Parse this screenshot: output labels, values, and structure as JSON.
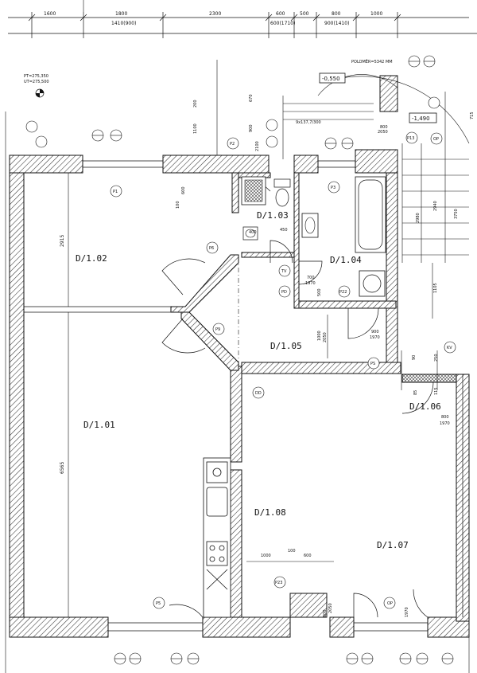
{
  "note_header": "POLOMĚR=5342 MM",
  "levels": {
    "pt": "PT=275,350",
    "ut": "UT=275,500",
    "stair_a": "-0,550",
    "stair_b": "-1,490",
    "stair_note": "9x137,7/300"
  },
  "top_dims": {
    "row1": [
      "1600",
      "1800",
      "2300",
      "600",
      "500",
      "800",
      "1000"
    ],
    "row2_a": "1410(900)",
    "row2_b": "600(1710)",
    "row2_c": "900(1410)"
  },
  "rooms": {
    "r102": "D/1.02",
    "r101": "D/1.01",
    "r103": "D/1.03",
    "r104": "D/1.04",
    "r105": "D/1.05",
    "r106": "D/1.06",
    "r107": "D/1.07",
    "r108": "D/1.08"
  },
  "dims": {
    "d2915": "2915",
    "d6565": "6565",
    "d100a": "100",
    "d600a": "600",
    "d400": "400",
    "d450": "450",
    "d700": "700",
    "d1970a": "1970",
    "d500": "500",
    "d1000": "1000",
    "d2050": "2050",
    "d900": "900",
    "d1970b": "1970",
    "d800": "800",
    "d1970c": "1970",
    "d1000b": "1000",
    "d100b": "100",
    "d600b": "600",
    "d2100": "2100",
    "d200": "200",
    "d1100": "1100",
    "d670": "670",
    "d900b": "900",
    "d800b": "800",
    "d2050b": "2050",
    "d800c": "800",
    "d1970d": "1970",
    "d1105": "1105",
    "d90": "90",
    "d250": "250",
    "d85": "85",
    "d115": "115",
    "d3750": "3750",
    "d2980": "2980",
    "d2940": "2940",
    "d800d": "800",
    "d2050c": "2050",
    "d1970e": "1970",
    "d715": "715"
  },
  "tags": {
    "p1": "P1",
    "p2": "P2",
    "p3": "P3",
    "p5": "P5",
    "p6": "P6",
    "p9": "P9",
    "p13": "P13",
    "p22": "P22",
    "p23": "P23",
    "op1": "OP",
    "kv3": "KV",
    "pd4": "PD",
    "tv2": "TV",
    "dd12": "DD",
    "ps15": "PS",
    "op16": "OP"
  }
}
